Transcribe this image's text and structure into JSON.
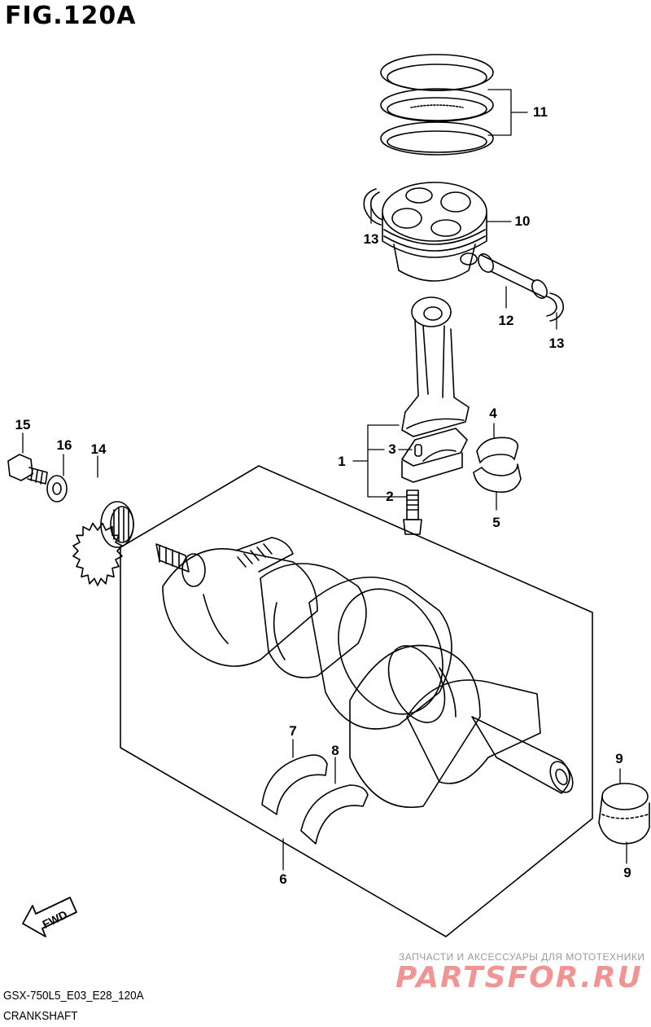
{
  "figure": {
    "title": "FIG.120A",
    "code": "GSX-750L5_E03_E28_120A",
    "name": "CRANKSHAFT",
    "direction_label": "FWD"
  },
  "callouts": {
    "c1": "1",
    "c2": "2",
    "c3": "3",
    "c4": "4",
    "c5": "5",
    "c6": "6",
    "c7": "7",
    "c8": "8",
    "c9a": "9",
    "c9b": "9",
    "c10": "10",
    "c11": "11",
    "c12": "12",
    "c13a": "13",
    "c13b": "13",
    "c14": "14",
    "c15": "15",
    "c16": "16"
  },
  "watermark": {
    "tagline": "ЗАПЧАСТИ И АКСЕССУАРЫ ДЛЯ МОТОТЕХНИКИ",
    "logo": "PARTSFOR.RU"
  },
  "colors": {
    "line": "#000000",
    "watermark_red": "#e83c3c",
    "watermark_gray": "#9a9a9a"
  }
}
